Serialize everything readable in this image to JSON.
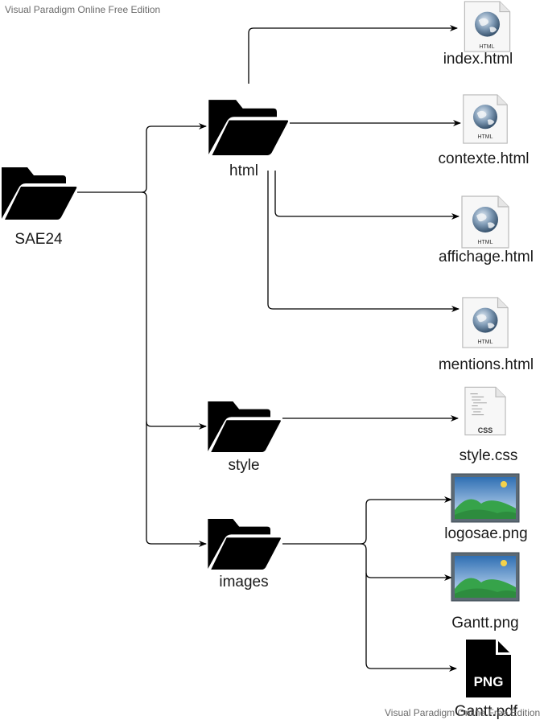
{
  "watermark": {
    "top": "Visual Paradigm Online Free Edition",
    "bottom": "Visual Paradigm Online Free Edition"
  },
  "nodes": {
    "root": "SAE24",
    "html": "html",
    "style": "style",
    "images": "images",
    "index": "index.html",
    "contexte": "contexte.html",
    "affichage": "affichage.html",
    "mentions": "mentions.html",
    "stylecss": "style.css",
    "logosae": "logosae.png",
    "gantt_png": "Gantt.png",
    "gantt_pdf": "Gantt.pdf"
  },
  "badges": {
    "html": "HTML",
    "css": "CSS",
    "png": "PNG"
  }
}
